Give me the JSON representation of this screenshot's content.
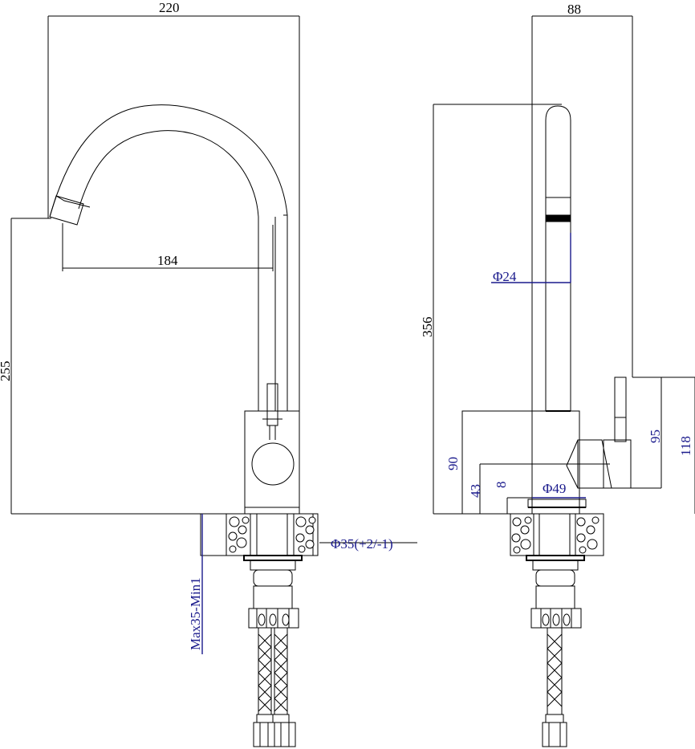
{
  "front_view": {
    "dim_width": "220",
    "dim_spout_reach": "184",
    "dim_spout_height": "255",
    "dim_thread": "Φ35(+2/-1)",
    "dim_deck": "Max35-Min1"
  },
  "side_view": {
    "dim_depth": "88",
    "dim_total_height": "356",
    "dim_spout_dia": "Φ24",
    "dim_base_dia": "Φ49",
    "dim_handle_height": "118",
    "dim_lever_height": "95",
    "dim_body_height": "90",
    "dim_handle_axis": "43",
    "dim_base_ring": "8"
  },
  "colors": {
    "line": "#000000",
    "dimension_blue": "#1a1a8c"
  }
}
